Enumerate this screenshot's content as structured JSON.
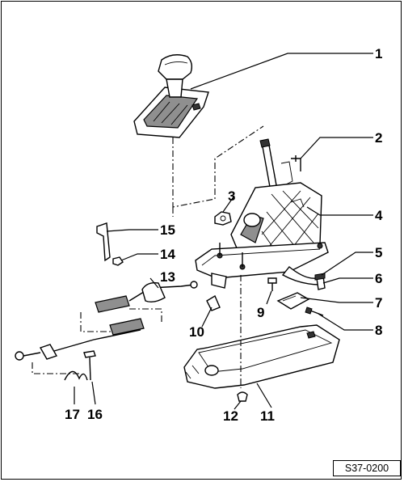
{
  "figure": {
    "reference_code": "S37-0200"
  },
  "callouts": [
    {
      "id": "1",
      "label": "1"
    },
    {
      "id": "2",
      "label": "2"
    },
    {
      "id": "3",
      "label": "3"
    },
    {
      "id": "4",
      "label": "4"
    },
    {
      "id": "5",
      "label": "5"
    },
    {
      "id": "6",
      "label": "6"
    },
    {
      "id": "7",
      "label": "7"
    },
    {
      "id": "8",
      "label": "8"
    },
    {
      "id": "9",
      "label": "9"
    },
    {
      "id": "10",
      "label": "10"
    },
    {
      "id": "11",
      "label": "11"
    },
    {
      "id": "12",
      "label": "12"
    },
    {
      "id": "13",
      "label": "13"
    },
    {
      "id": "14",
      "label": "14"
    },
    {
      "id": "15",
      "label": "15"
    },
    {
      "id": "16",
      "label": "16"
    },
    {
      "id": "17",
      "label": "17"
    }
  ]
}
